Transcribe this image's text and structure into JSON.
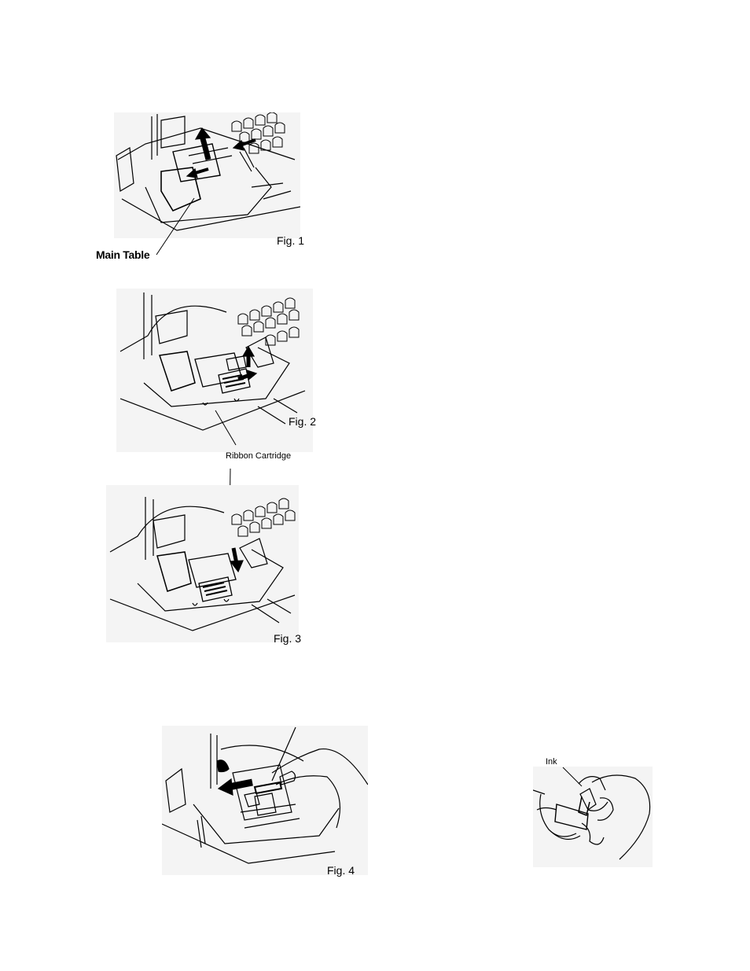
{
  "figures": {
    "fig1": {
      "caption": "Fig. 1",
      "callout": "Main Table"
    },
    "fig2": {
      "caption": "Fig. 2",
      "callout": "Ribbon Cartridge"
    },
    "fig3": {
      "caption": "Fig. 3"
    },
    "fig4": {
      "caption": "Fig. 4"
    },
    "ink": {
      "callout": "Ink"
    }
  }
}
